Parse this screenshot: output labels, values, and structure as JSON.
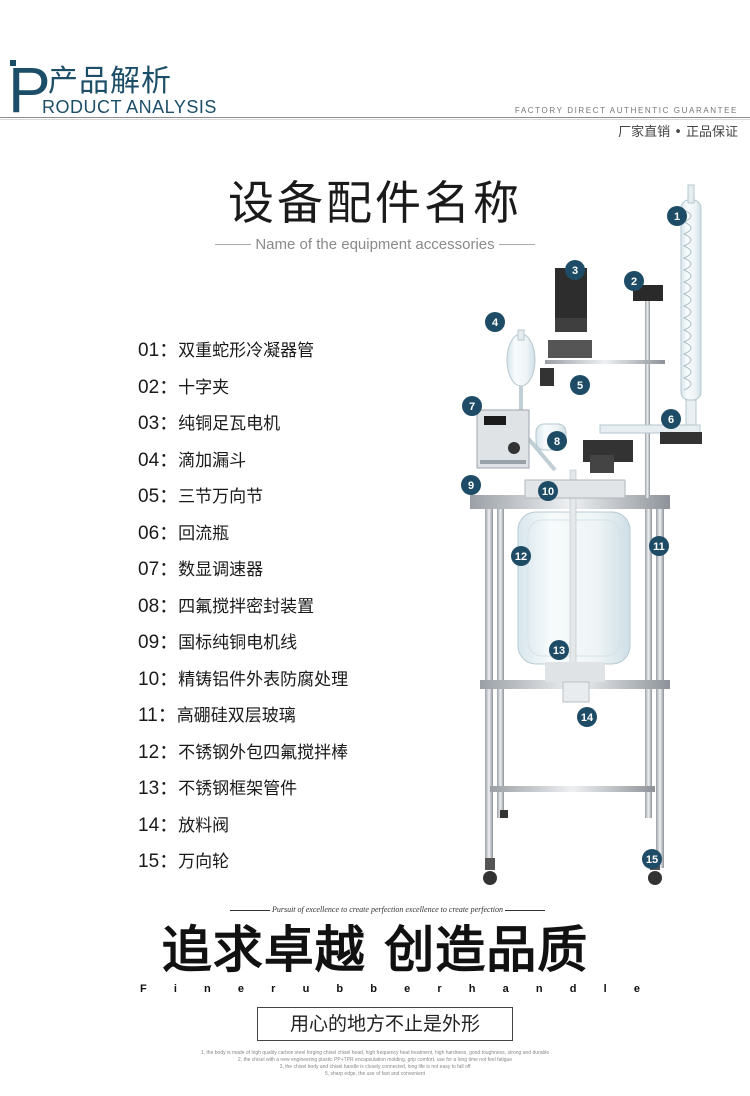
{
  "header": {
    "logo_letter": "P",
    "title_cn": "产品解析",
    "title_en": "RODUCT ANALYSIS",
    "factory_tag": "FACTORY DIRECT AUTHENTIC GUARANTEE",
    "promise": "厂家直销 • 正品保证"
  },
  "section": {
    "title_cn": "设备配件名称",
    "title_en": "Name of the equipment accessories"
  },
  "parts": [
    {
      "num": "01：",
      "name": "双重蛇形冷凝器管"
    },
    {
      "num": "02：",
      "name": "十字夹"
    },
    {
      "num": "03：",
      "name": "纯铜足瓦电机"
    },
    {
      "num": "04：",
      "name": "滴加漏斗"
    },
    {
      "num": "05：",
      "name": "三节万向节"
    },
    {
      "num": "06：",
      "name": "回流瓶"
    },
    {
      "num": "07：",
      "name": "数显调速器"
    },
    {
      "num": "08：",
      "name": "四氟搅拌密封装置"
    },
    {
      "num": "09：",
      "name": "国标纯铜电机线"
    },
    {
      "num": "10：",
      "name": "精铸铝件外表防腐处理"
    },
    {
      "num": "11：",
      "name": "高硼硅双层玻璃"
    },
    {
      "num": "12：",
      "name": "不锈钢外包四氟搅拌棒"
    },
    {
      "num": "13：",
      "name": "不锈钢框架管件"
    },
    {
      "num": "14：",
      "name": "放料阀"
    },
    {
      "num": "15：",
      "name": "万向轮"
    }
  ],
  "markers": [
    "1",
    "2",
    "3",
    "4",
    "5",
    "6",
    "7",
    "8",
    "9",
    "10",
    "11",
    "12",
    "13",
    "14",
    "15"
  ],
  "slogan": {
    "tagline": "Pursuit of excellence to create perfection  excellence to create perfection",
    "main_cn": "追求卓越 创造品质",
    "spaced_words": [
      "F",
      "i",
      "n",
      "e",
      "r",
      "u",
      "b",
      "b",
      "e",
      "r",
      "h",
      "a",
      "n",
      "d",
      "l",
      "e"
    ],
    "box_text": "用心的地方不止是外形"
  },
  "fine_print": [
    "1, the body is made of high quality carbon steel forging chisel chisel head, high frequency heat treatment, high hardness, good toughness, strong and durable",
    "2, the chisel with a new engineering plastic PP+TPR encapsulation molding, grip comfort, use for a long time not feel fatigue",
    "3, the chisel body and chisel handle is closely connected, long life is not easy to fall off",
    "5, sharp edge, the use of fast and convenient"
  ],
  "colors": {
    "brand": "#1d4e68",
    "marker": "#1e4c66"
  }
}
